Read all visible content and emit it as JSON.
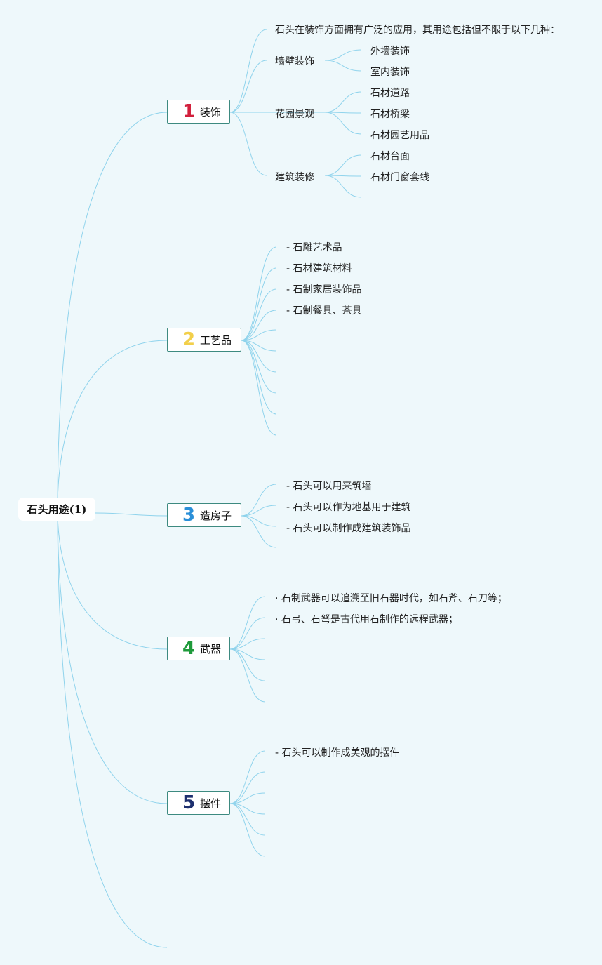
{
  "root": {
    "label": "石头用途(1)"
  },
  "line_color": "#8fd3ec",
  "categories": [
    {
      "num": "1",
      "num_color": "#d21f3c",
      "label": "装饰",
      "intro": "石头在装饰方面拥有广泛的应用，其用途包括但不限于以下几种：",
      "groups": [
        {
          "label": "墙壁装饰",
          "items": [
            "外墙装饰",
            "室内装饰"
          ]
        },
        {
          "label": "花园景观",
          "items": [
            "石材道路",
            "石材桥梁",
            "石材园艺用品"
          ]
        },
        {
          "label": "建筑装修",
          "items": [
            "石材台面",
            "石材门窗套线"
          ]
        }
      ]
    },
    {
      "num": "2",
      "num_color": "#f2cf4a",
      "label": "工艺品",
      "items": [
        "- 石雕艺术品",
        "- 石材建筑材料",
        "- 石制家居装饰品",
        "- 石制餐具、茶具"
      ]
    },
    {
      "num": "3",
      "num_color": "#2a8fd8",
      "label": "造房子",
      "items": [
        "- 石头可以用来筑墙",
        "- 石头可以作为地基用于建筑",
        "- 石头可以制作成建筑装饰品"
      ]
    },
    {
      "num": "4",
      "num_color": "#1e9a3a",
      "label": "武器",
      "items": [
        "· 石制武器可以追溯至旧石器时代，如石斧、石刀等；",
        "· 石弓、石弩是古代用石制作的远程武器；"
      ]
    },
    {
      "num": "5",
      "num_color": "#1d2f6e",
      "label": "摆件",
      "items": [
        "- 石头可以制作成美观的摆件"
      ]
    }
  ]
}
